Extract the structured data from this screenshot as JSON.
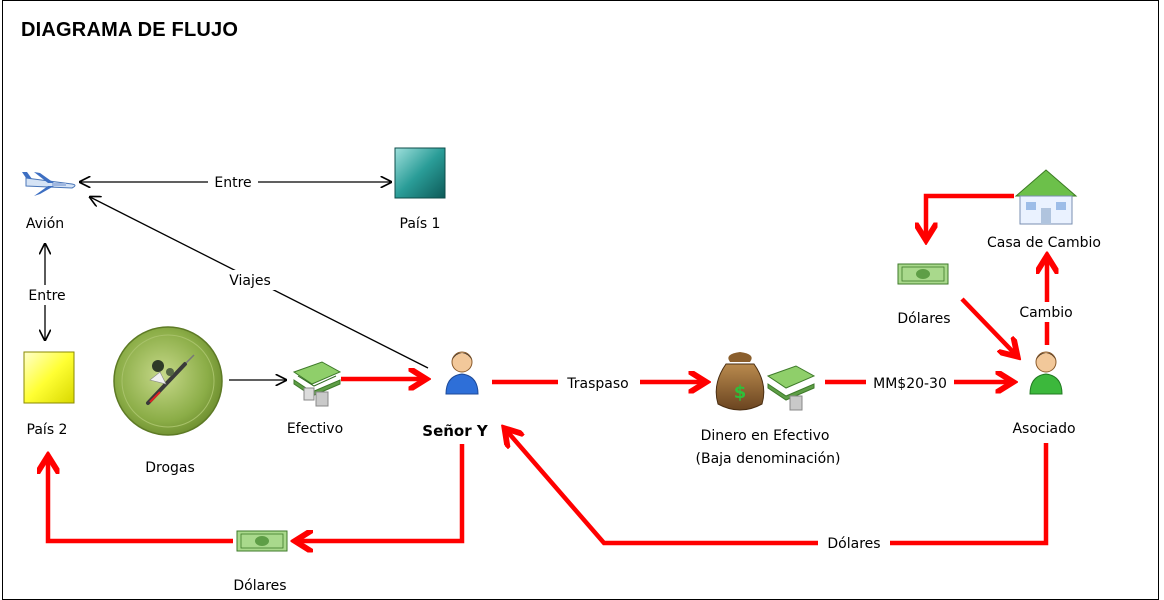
{
  "title": "DIAGRAMA DE FLUJO",
  "nodes": {
    "avion": "Avión",
    "pais1": "País 1",
    "pais2": "País 2",
    "drogas": "Drogas",
    "efectivo": "Efectivo",
    "senor_y": "Señor Y",
    "dinero_line1": "Dinero en Efectivo",
    "dinero_line2": "(Baja denominación)",
    "asociado": "Asociado",
    "casa_cambio": "Casa de Cambio",
    "dolares_top": "Dólares",
    "dolares_bottom": "Dólares"
  },
  "edges": {
    "entre_top": "Entre",
    "entre_left": "Entre",
    "viajes": "Viajes",
    "traspaso": "Traspaso",
    "mm": "MM$20-30",
    "cambio": "Cambio",
    "dolares_return": "Dólares"
  },
  "colors": {
    "red_edge": "#ff0000",
    "black_edge": "#000000",
    "pais1_fill": "#1f8a86",
    "pais2_fill": "#ffff33",
    "drogas_fill": "#8bad47",
    "money_green": "#7fbf5a"
  }
}
